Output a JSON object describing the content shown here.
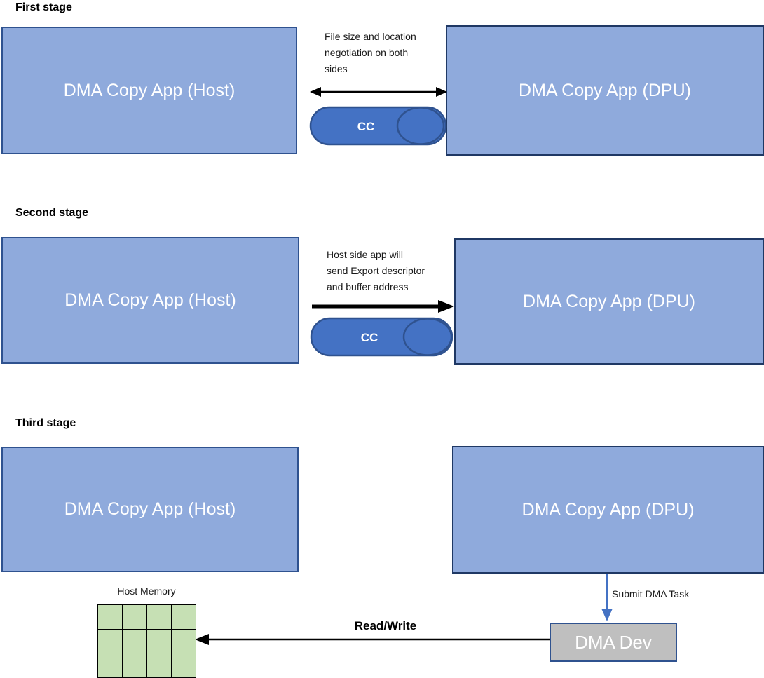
{
  "diagram": {
    "stage1": {
      "title": "First stage",
      "host_label": "DMA Copy App (Host)",
      "dpu_label": "DMA Copy App (DPU)",
      "annotation_lines": [
        "File size and location",
        "negotiation on both",
        "sides"
      ],
      "channel_label": "CC"
    },
    "stage2": {
      "title": "Second stage",
      "host_label": "DMA Copy App (Host)",
      "dpu_label": "DMA Copy App (DPU)",
      "annotation_lines": [
        "Host side app will",
        "send Export descriptor",
        "and buffer address"
      ],
      "channel_label": "CC"
    },
    "stage3": {
      "title": "Third stage",
      "host_label": "DMA Copy App (Host)",
      "dpu_label": "DMA Copy App (DPU)",
      "submit_task_label": "Submit DMA Task",
      "dma_dev_label": "DMA Dev",
      "read_write_label": "Read/Write",
      "host_memory_label": "Host Memory",
      "memory_grid": {
        "rows": 3,
        "cols": 4
      }
    },
    "colors": {
      "box_fill": "#8FAADC",
      "host_box_border": "#2F528F",
      "dpu_box_border": "#1F3864",
      "channel_pill_fill": "#4472C4",
      "channel_pill_border": "#2F528F",
      "dma_dev_fill": "#BFBFBF",
      "memory_cell_fill": "#C6E0B4",
      "blue_arrow": "#4472C4",
      "black_arrow": "#000000"
    }
  }
}
